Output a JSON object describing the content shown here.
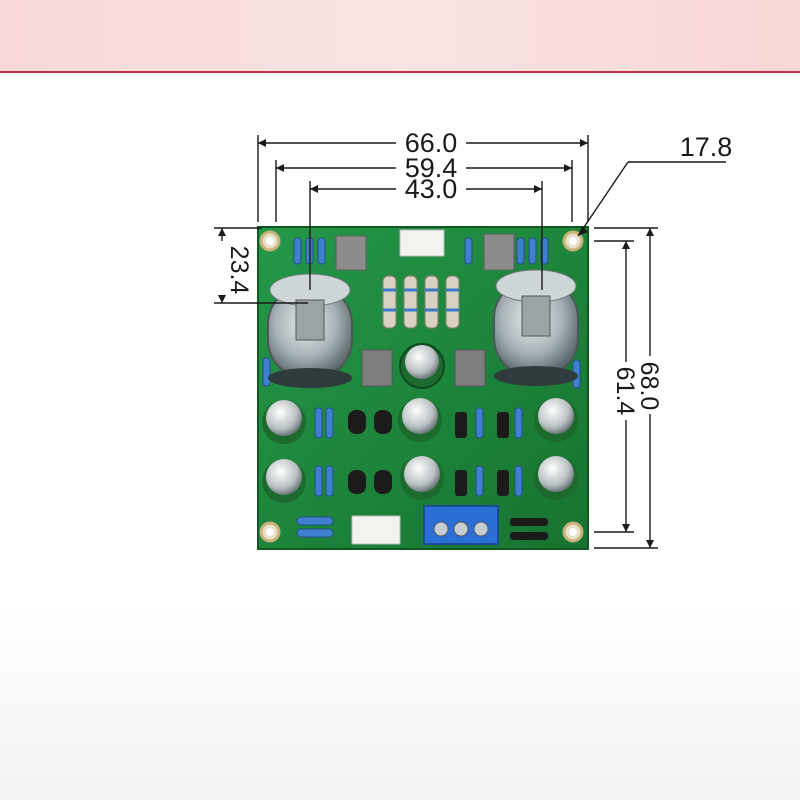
{
  "dimensions": {
    "overall_width": "66.0",
    "hole_spacing_width": "59.4",
    "tube_spacing": "43.0",
    "hole_diameter": "17.8",
    "tube_offset": "23.4",
    "overall_height": "68.0",
    "hole_spacing_height": "61.4"
  },
  "colors": {
    "pcb": "#1f8a3a",
    "accent_band": "#f8d8d8",
    "rule": "#c2334a"
  }
}
